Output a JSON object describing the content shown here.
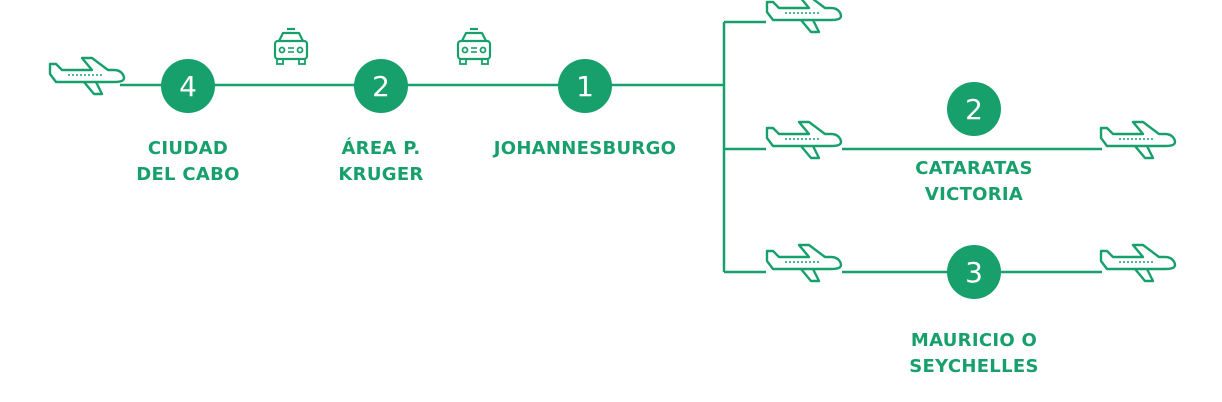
{
  "theme": {
    "accent": "#17a06b",
    "node_text": "#ffffff"
  },
  "icons": {
    "plane": "airplane-icon",
    "car": "taxi-icon"
  },
  "stops": [
    {
      "id": "ciudad-del-cabo",
      "nights": "4",
      "label_lines": [
        "CIUDAD",
        "DEL CABO"
      ]
    },
    {
      "id": "area-kruger",
      "nights": "2",
      "label_lines": [
        "ÁREA P.",
        "KRUGER"
      ]
    },
    {
      "id": "johannesburgo",
      "nights": "1",
      "label_lines": [
        "JOHANNESBURGO"
      ]
    },
    {
      "id": "cataratas-victoria",
      "nights": "2",
      "label_lines": [
        "CATARATAS",
        "VICTORIA"
      ]
    },
    {
      "id": "mauricio-seychelles",
      "nights": "3",
      "label_lines": [
        "MAURICIO O",
        "SEYCHELLES"
      ]
    }
  ]
}
